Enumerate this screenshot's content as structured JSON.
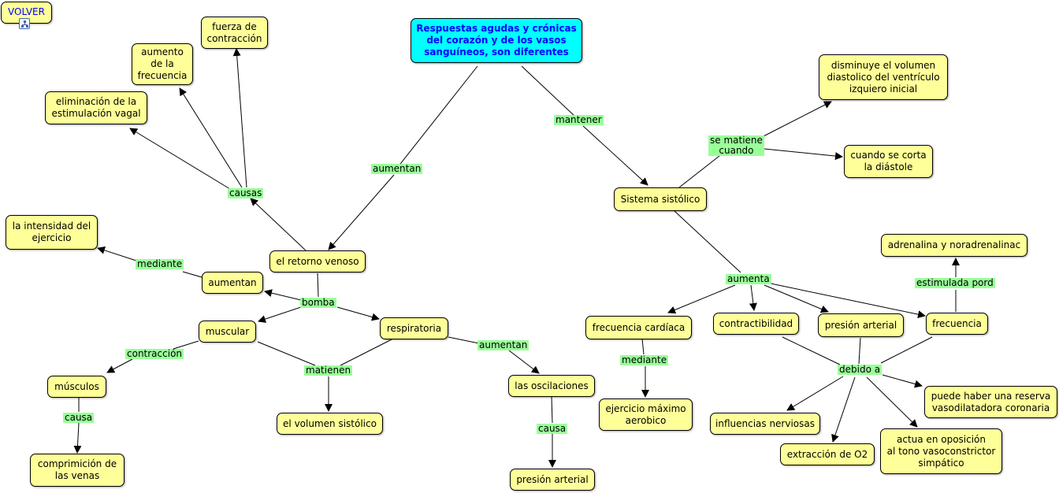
{
  "colors": {
    "concept": "#ffff99",
    "root": "#00ffff",
    "root_text": "#0000ff",
    "link_label": "#99ff99",
    "line": "#000000"
  },
  "icons": {
    "map_icon": "concept-map-icon"
  },
  "nodes": {
    "volver": "VOLVER",
    "root": "Respuestas agudas y crónicas del corazón y de los vasos sanguíneos, son diferentes",
    "fuerza": "fuerza de\ncontracción",
    "aumento_frec": "aumento\nde la\nfrecuencia",
    "eliminacion": "eliminación de la\nestimulación vagal",
    "intensidad": "la intensidad del\nejercicio",
    "retorno": "el retorno venoso",
    "aumentan_node": "aumentan",
    "muscular": "muscular",
    "respiratoria": "respiratoria",
    "musculos": "músculos",
    "comprimicion": "comprimición de\nlas venas",
    "volumen": "el volumen sistólico",
    "oscilaciones": "las oscilaciones",
    "presion_arterial_1": "presión arterial",
    "sistolico": "Sistema sistólico",
    "disminuye": "disminuye el volumen\ndiastolico del ventrículo\nizquiero inicial",
    "corta": "cuando se corta\nla diástole",
    "adrenalina": "adrenalina y noradrenalinac",
    "frecuencia_cardiaca": "frecuencia cardíaca",
    "contractibilidad": "contractibilidad",
    "presion_arterial_2": "presión arterial",
    "frecuencia": "frecuencia",
    "ejercicio_max": "ejercicio máximo\naerobico",
    "influencias": "influencias nerviosas",
    "extraccion": "extracción de O2",
    "actua": "actua en oposición\nal tono vasoconstrictor\nsimpático",
    "reserva": "puede haber una reserva\nvasodilatadora coronaria"
  },
  "links": {
    "aumentan_1": "aumentan",
    "mantener": "mantener",
    "causas": "causas",
    "mediante_1": "mediante",
    "bomba": "bomba",
    "contraccion": "contracción",
    "causa_1": "causa",
    "matienen": "matienen",
    "aumentan_2": "aumentan",
    "causa_2": "causa",
    "se_matiene": "se matiene\ncuando",
    "aumenta": "aumenta",
    "mediante_2": "mediante",
    "estimulada": "estimulada pord",
    "debido": "debido a"
  }
}
